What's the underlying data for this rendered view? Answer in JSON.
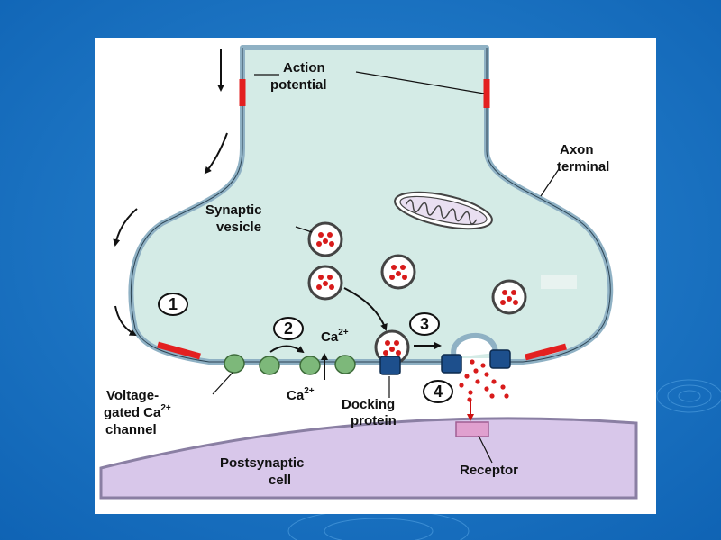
{
  "labels": {
    "action_potential_line1": "Action",
    "action_potential_line2": "potential",
    "axon_terminal_line1": "Axon",
    "axon_terminal_line2": "terminal",
    "synaptic_vesicle_line1": "Synaptic",
    "synaptic_vesicle_line2": "vesicle",
    "vgcc_line1": "Voltage-",
    "vgcc_line2_text": "gated Ca",
    "vgcc_line2_sup": "2+",
    "vgcc_line3": "channel",
    "ca_inside_text": "Ca",
    "ca_inside_sup": "2+",
    "ca_outside_text": "Ca",
    "ca_outside_sup": "2+",
    "docking_line1": "Docking",
    "docking_line2": "protein",
    "receptor": "Receptor",
    "postsynaptic_line1": "Postsynaptic",
    "postsynaptic_line2": "cell"
  },
  "steps": [
    "1",
    "2",
    "3",
    "4"
  ],
  "colors": {
    "slide_background": "#1673c4",
    "panel": "#ffffff",
    "cytoplasm": "#d4ebe6",
    "membrane": "#8fb1c4",
    "action_potential": "#e32020",
    "neurotransmitter": "#d81b1b",
    "ca_channel": "#7db87a",
    "docking_protein": "#1d4f8c",
    "receptor": "#e0a0cf",
    "postsynaptic_cell": "#d8c7ea"
  }
}
